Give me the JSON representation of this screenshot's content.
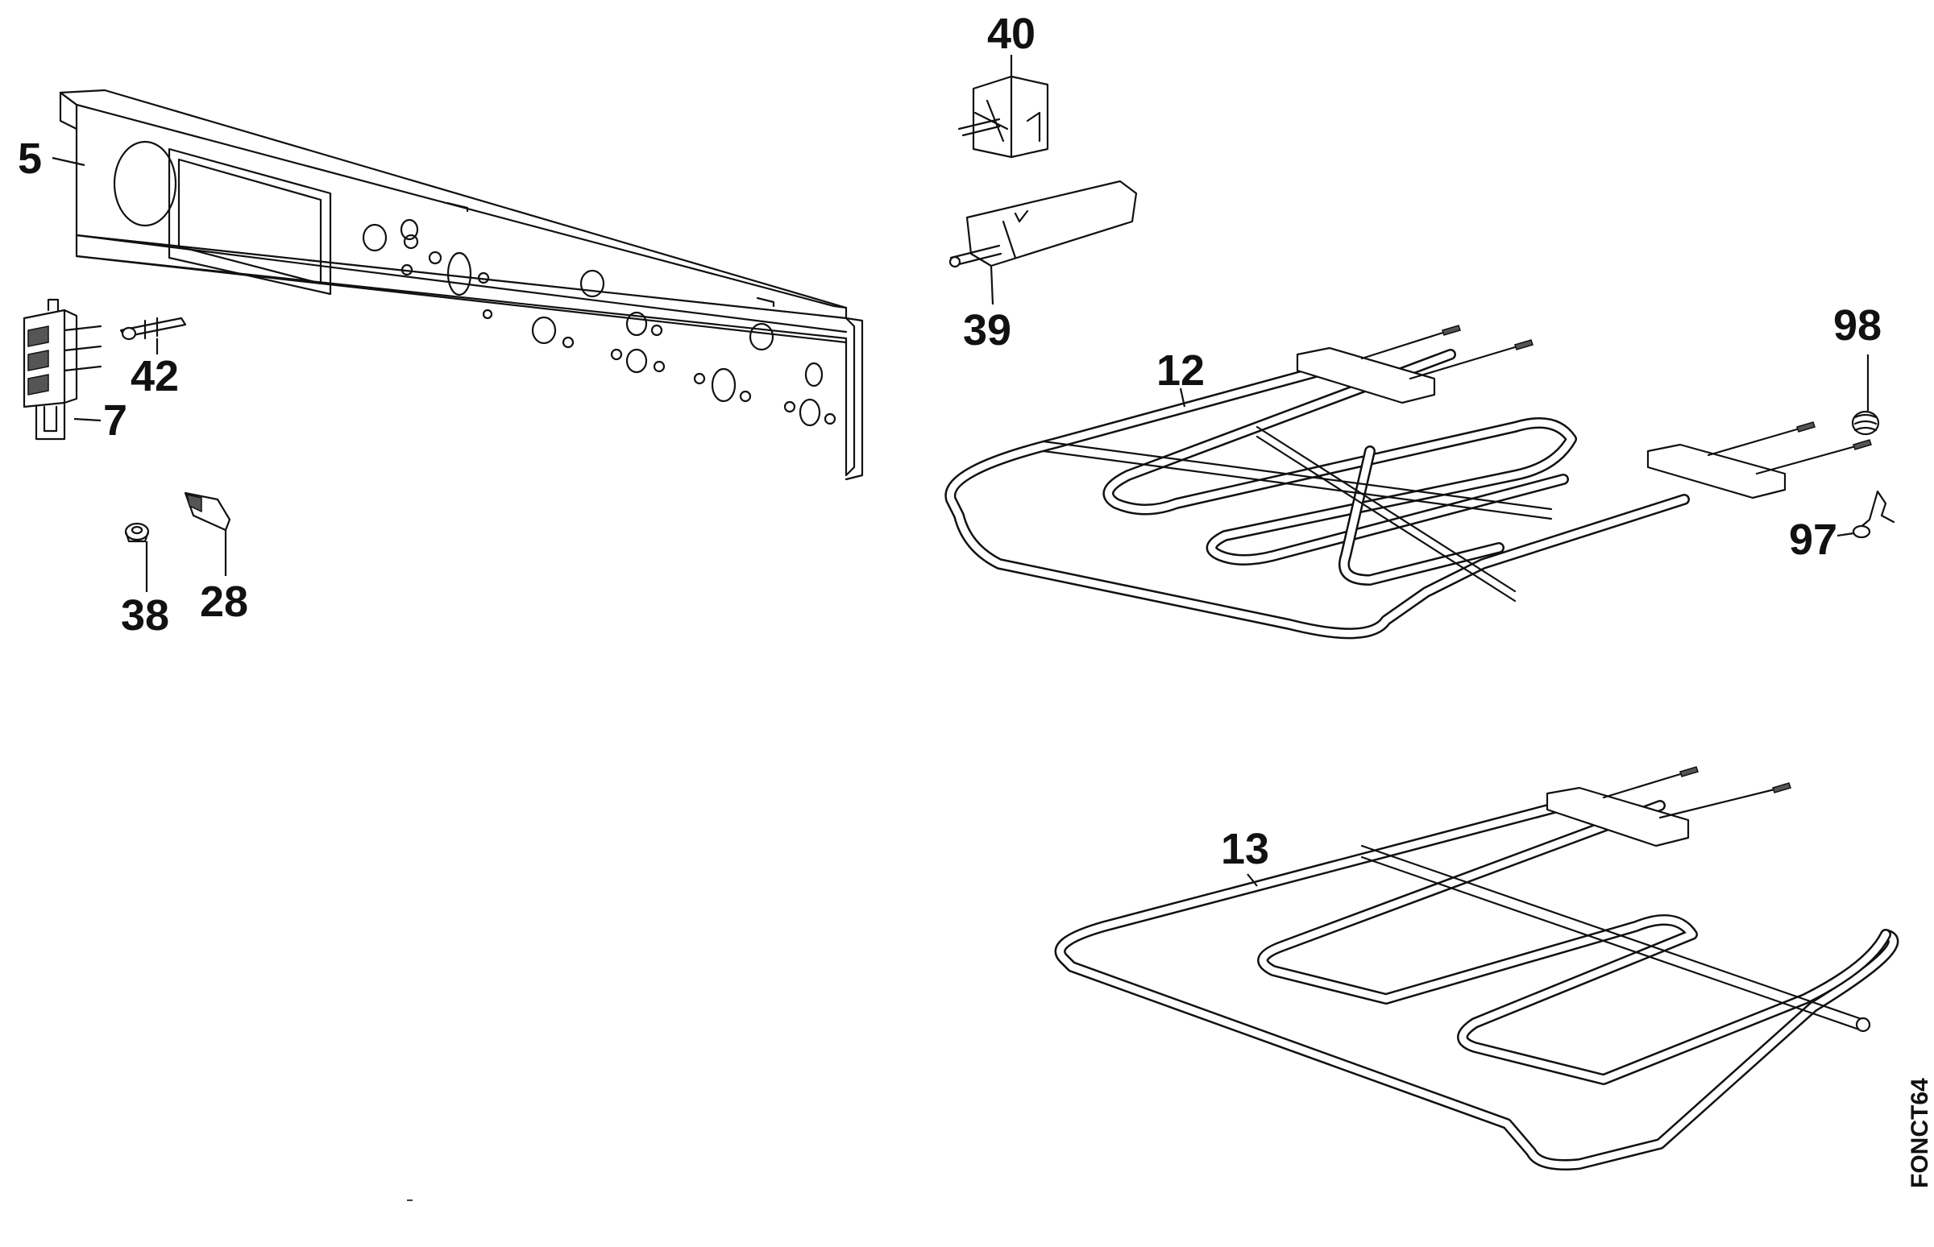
{
  "diagram": {
    "drawing_code": "FONCT64",
    "parts": [
      {
        "id": "5",
        "label": "5"
      },
      {
        "id": "7",
        "label": "7"
      },
      {
        "id": "42",
        "label": "42"
      },
      {
        "id": "38",
        "label": "38"
      },
      {
        "id": "28",
        "label": "28"
      },
      {
        "id": "40",
        "label": "40"
      },
      {
        "id": "39",
        "label": "39"
      },
      {
        "id": "12",
        "label": "12"
      },
      {
        "id": "98",
        "label": "98"
      },
      {
        "id": "97",
        "label": "97"
      },
      {
        "id": "13",
        "label": "13"
      }
    ]
  }
}
